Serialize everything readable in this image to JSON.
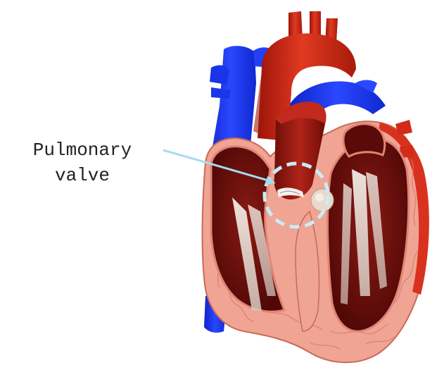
{
  "annotation": {
    "label_line1": "Pulmonary",
    "label_line2": "valve"
  },
  "colors": {
    "background": "#ffffff",
    "artery_red": "#d42a1a",
    "vein_blue": "#1f3cf0",
    "chamber_dark": "#7a1410",
    "muscle_pink": "#f2a08e",
    "tendon_white": "#ece6df",
    "pointer_line": "#a6dcf0",
    "highlight_circle": "#c8ecf6"
  },
  "icons": {
    "anatomy": "heart-cross-section-illustration"
  }
}
